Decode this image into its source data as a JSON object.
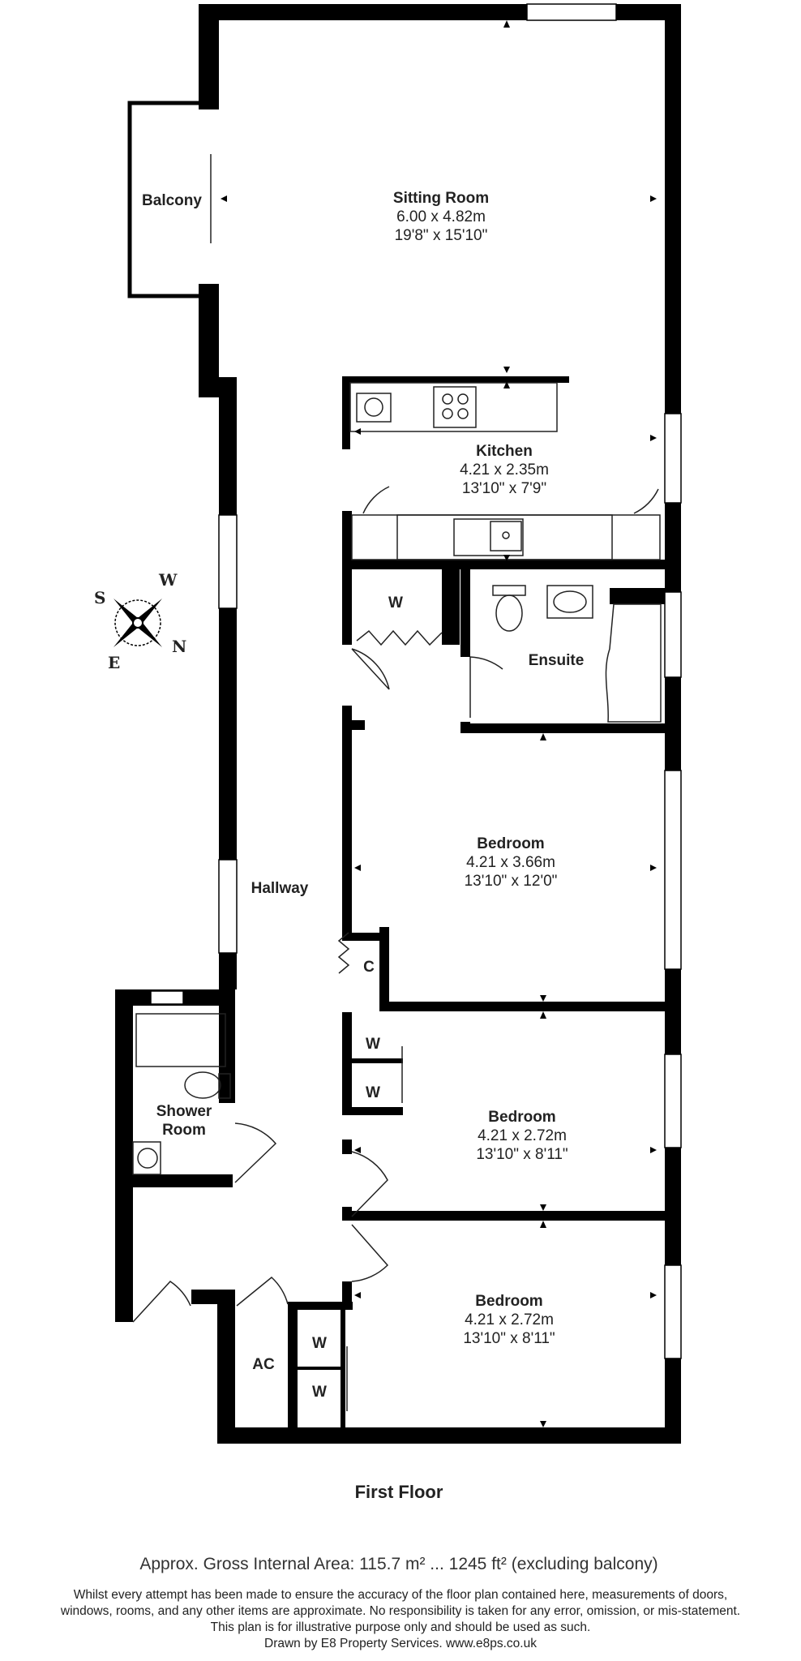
{
  "rooms": [
    {
      "id": "sitting",
      "name": "Sitting Room",
      "metric": "6.00 x 4.82m",
      "imperial": "19'8\" x 15'10\""
    },
    {
      "id": "kitchen",
      "name": "Kitchen",
      "metric": "4.21 x 2.35m",
      "imperial": "13'10\" x 7'9\""
    },
    {
      "id": "bed1",
      "name": "Bedroom",
      "metric": "4.21 x 3.66m",
      "imperial": "13'10\" x 12'0\""
    },
    {
      "id": "bed2",
      "name": "Bedroom",
      "metric": "4.21 x 2.72m",
      "imperial": "13'10\" x 8'11\""
    },
    {
      "id": "bed3",
      "name": "Bedroom",
      "metric": "4.21 x 2.72m",
      "imperial": "13'10\" x 8'11\""
    }
  ],
  "labels": {
    "balcony": "Balcony",
    "ensuite": "Ensuite",
    "hallway": "Hallway",
    "shower_line1": "Shower",
    "shower_line2": "Room",
    "ac": "AC",
    "c": "C",
    "w": "W"
  },
  "compass": {
    "s": "S",
    "w": "W",
    "e": "E",
    "n": "N"
  },
  "floor_name": "First Floor",
  "area_text": "Approx. Gross Internal Area: 115.7 m² ... 1245 ft² (excluding balcony)",
  "disclaimer": [
    "Whilst every attempt has been made to ensure the accuracy of the floor plan contained here, measurements of doors,",
    "windows, rooms, and any other items are approximate. No responsibility is taken for any error, omission, or mis-statement.",
    "This plan is for illustrative purpose only and should be used as such.",
    "Drawn by E8 Property Services. www.e8ps.co.uk"
  ],
  "colors": {
    "wall": "#000000",
    "line": "#222222",
    "background": "#ffffff"
  }
}
